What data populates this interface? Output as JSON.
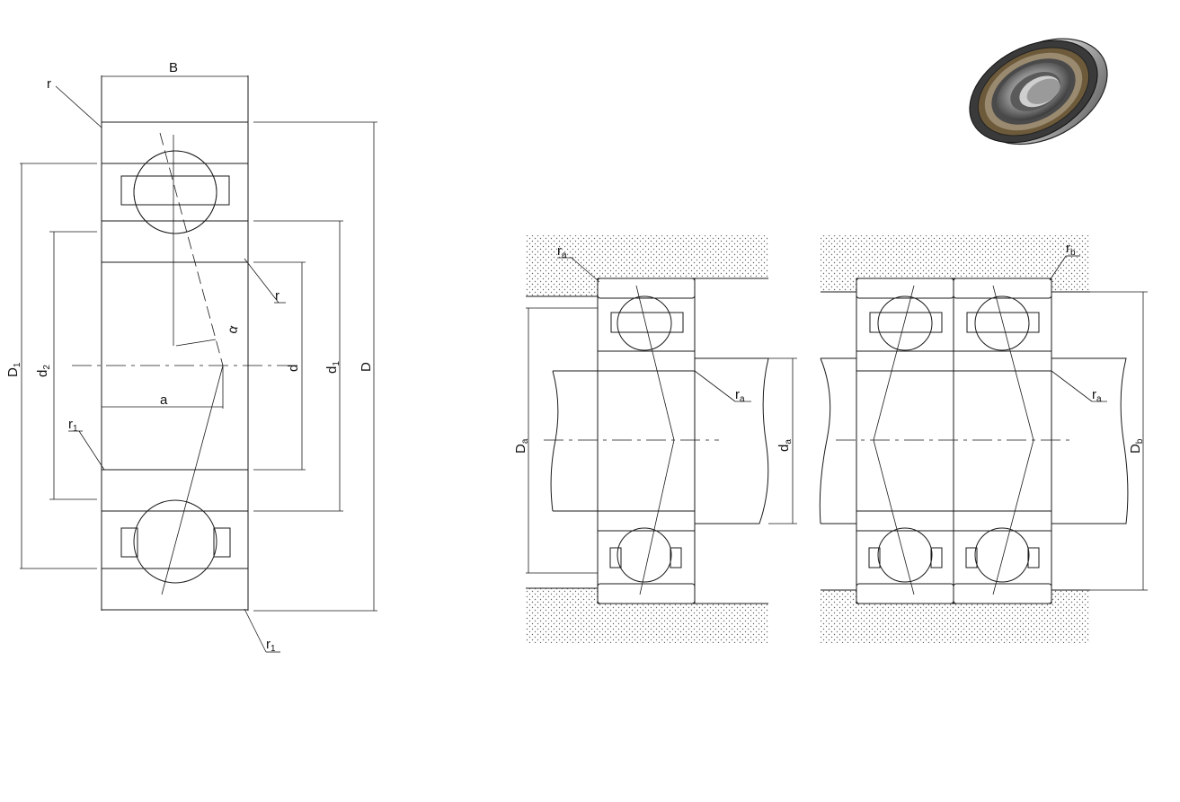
{
  "main_drawing": {
    "labels": {
      "B": "B",
      "r_top": "r",
      "r_inner": "r",
      "r1_left": "r",
      "r1_left_sub": "1",
      "r1_bottom": "r",
      "r1_bottom_sub": "1",
      "alpha": "α",
      "a": "a",
      "D1": "D",
      "D1_sub": "1",
      "d2": "d",
      "d2_sub": "2",
      "d": "d",
      "d1": "d",
      "d1_sub": "1",
      "D": "D"
    }
  },
  "mounting_single": {
    "labels": {
      "ra_top": "r",
      "ra_top_sub": "a",
      "ra_inner": "r",
      "ra_inner_sub": "a",
      "Da": "D",
      "Da_sub": "a",
      "da": "d",
      "da_sub": "a"
    }
  },
  "mounting_paired": {
    "labels": {
      "rb_top": "r",
      "rb_top_sub": "b",
      "ra_inner": "r",
      "ra_inner_sub": "a",
      "Db": "D",
      "Db_sub": "b"
    }
  },
  "render_3d": {
    "alt": "bearing-3d-render"
  }
}
